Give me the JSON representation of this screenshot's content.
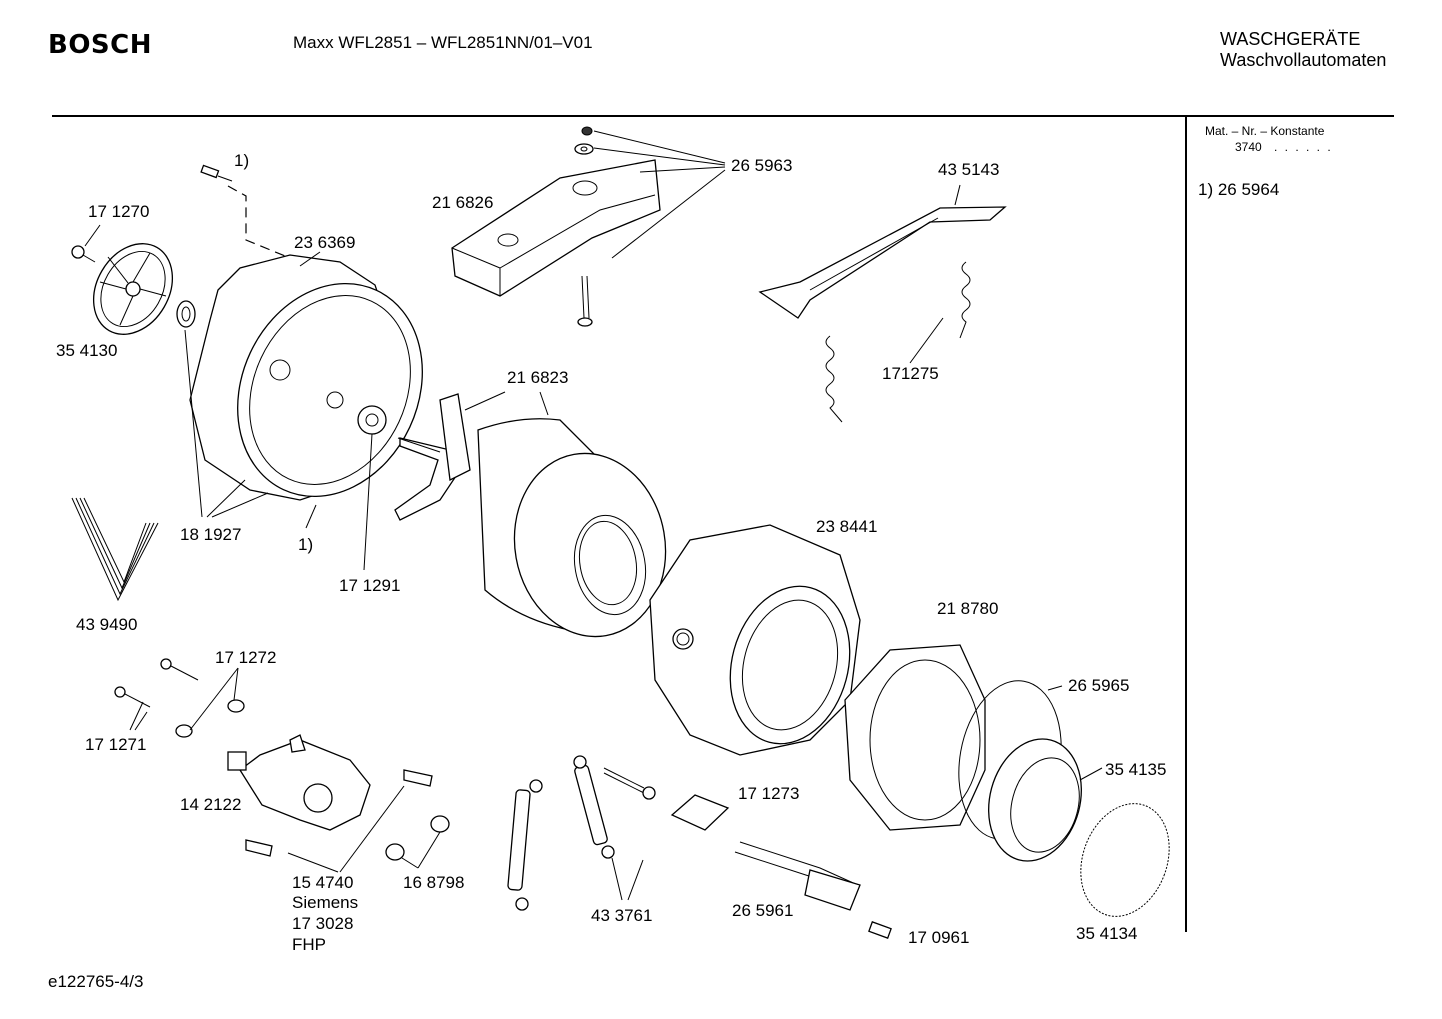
{
  "header": {
    "brand": "BOSCH",
    "model": "Maxx WFL2851 – WFL2851NN/01–V01",
    "category_line1": "WASCHGERÄTE",
    "category_line2": "Waschvollautomaten"
  },
  "sidebar": {
    "mat_header": "Mat. – Nr. – Konstante",
    "mat_value": "3740",
    "mat_dots": ". .  . . . .",
    "footnote": "1) 26 5964"
  },
  "footer": {
    "doc_id": "e122765-4/3"
  },
  "labels": {
    "l_1_top": "1)",
    "l_171270": "17 1270",
    "l_236369": "23 6369",
    "l_354130": "35 4130",
    "l_216826": "21 6826",
    "l_265963": "26 5963",
    "l_435143": "43 5143",
    "l_171275": "171275",
    "l_216823": "21  6823",
    "l_181927": "18 1927",
    "l_1_bottom": "1)",
    "l_171291": "17 1291",
    "l_439490": "43 9490",
    "l_238441": "23 8441",
    "l_218780": "21 8780",
    "l_171272": "17 1272",
    "l_171271": "17 1271",
    "l_265965": "26 5965",
    "l_354135": "35 4135",
    "l_142122": "14 2122",
    "l_171273": "17 1273",
    "l_154740": "15 4740",
    "l_siemens": "Siemens",
    "l_173028": "17 3028",
    "l_fhp": "FHP",
    "l_168798": "16 8798",
    "l_433761": "43 3761",
    "l_265961": "26 5961",
    "l_170961": "17 0961",
    "l_354134": "35 4134"
  },
  "colors": {
    "line": "#000000",
    "background": "#ffffff"
  }
}
